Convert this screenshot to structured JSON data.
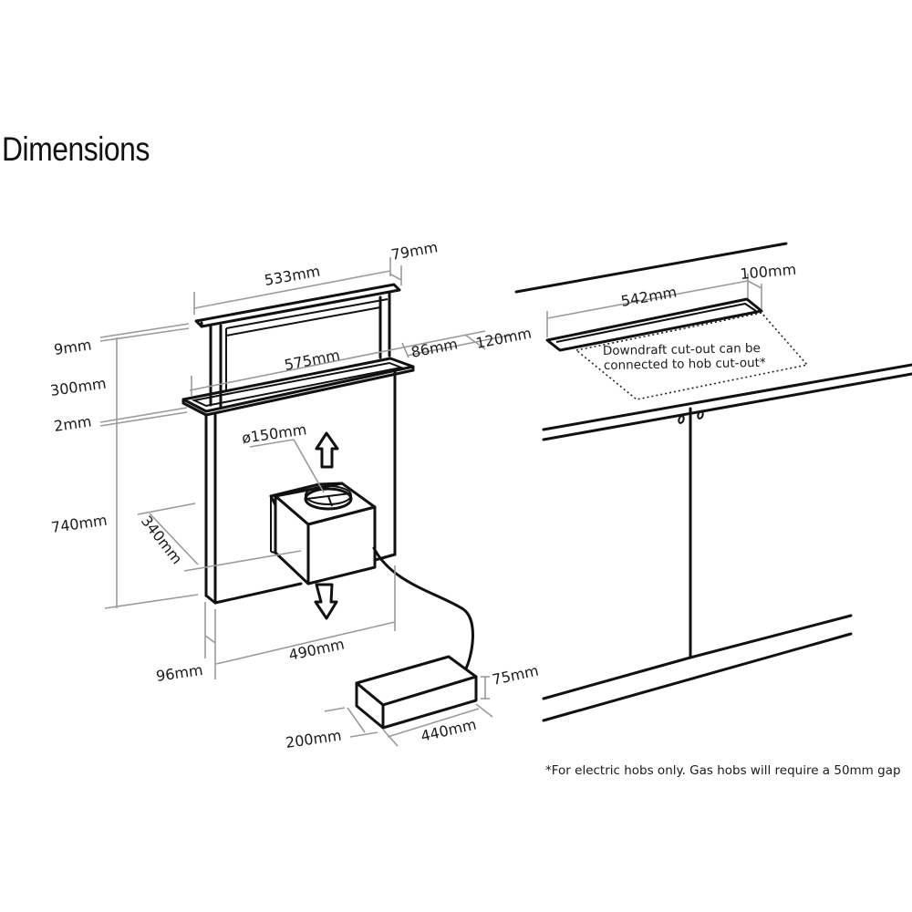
{
  "page": {
    "title": "Dimensions"
  },
  "extractor": {
    "labels": {
      "top_width": "533mm",
      "top_depth": "79mm",
      "top_thickness": "9mm",
      "rise_height": "300mm",
      "frame_thickness": "2mm",
      "frame_width": "575mm",
      "frame_depth": "86mm",
      "frame_outer_depth": "120mm",
      "duct_diameter": "ø150mm",
      "total_height": "740mm",
      "motor_depth": "340mm",
      "body_width": "490mm",
      "body_depth": "96mm"
    },
    "airflow_arrows": [
      "up",
      "down"
    ]
  },
  "control_box": {
    "labels": {
      "height": "75mm",
      "width": "440mm",
      "depth": "200mm"
    }
  },
  "worktop": {
    "labels": {
      "cutout_width": "542mm",
      "cutout_depth": "100mm"
    },
    "note_lines": [
      "Downdraft cut-out can be",
      "connected to hob cut-out*"
    ]
  },
  "footnote": "*For electric hobs only. Gas hobs will require a 50mm gap"
}
